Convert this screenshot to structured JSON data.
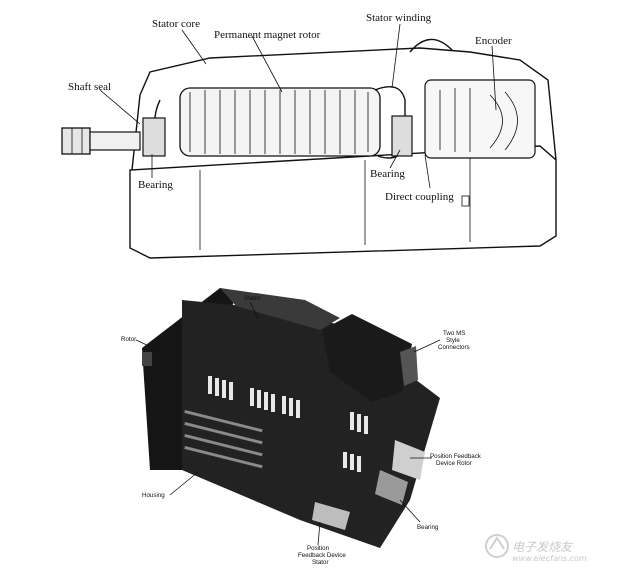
{
  "top_diagram": {
    "labels": {
      "stator_core": "Stator core",
      "permanent_magnet_rotor": "Permanent magnet rotor",
      "stator_winding": "Stator winding",
      "encoder": "Encoder",
      "shaft_seal": "Shaft seal",
      "bearing_left": "Bearing",
      "bearing_right": "Bearing",
      "direct_coupling": "Direct coupling"
    }
  },
  "bottom_diagram": {
    "labels": {
      "stator": "Stator",
      "rotor": "Rotor",
      "connectors_line1": "Two MS",
      "connectors_line2": "Style",
      "connectors_line3": "Connectors",
      "pfd_rotor_line1": "Position Feedback",
      "pfd_rotor_line2": "Device Rotor",
      "housing": "Housing",
      "bearing": "Bearing",
      "pfd_stator_line1": "Position",
      "pfd_stator_line2": "Feedback Device",
      "pfd_stator_line3": "Stator"
    }
  },
  "watermark": {
    "text": "电子发烧友",
    "url": "www.elecfans.com"
  }
}
